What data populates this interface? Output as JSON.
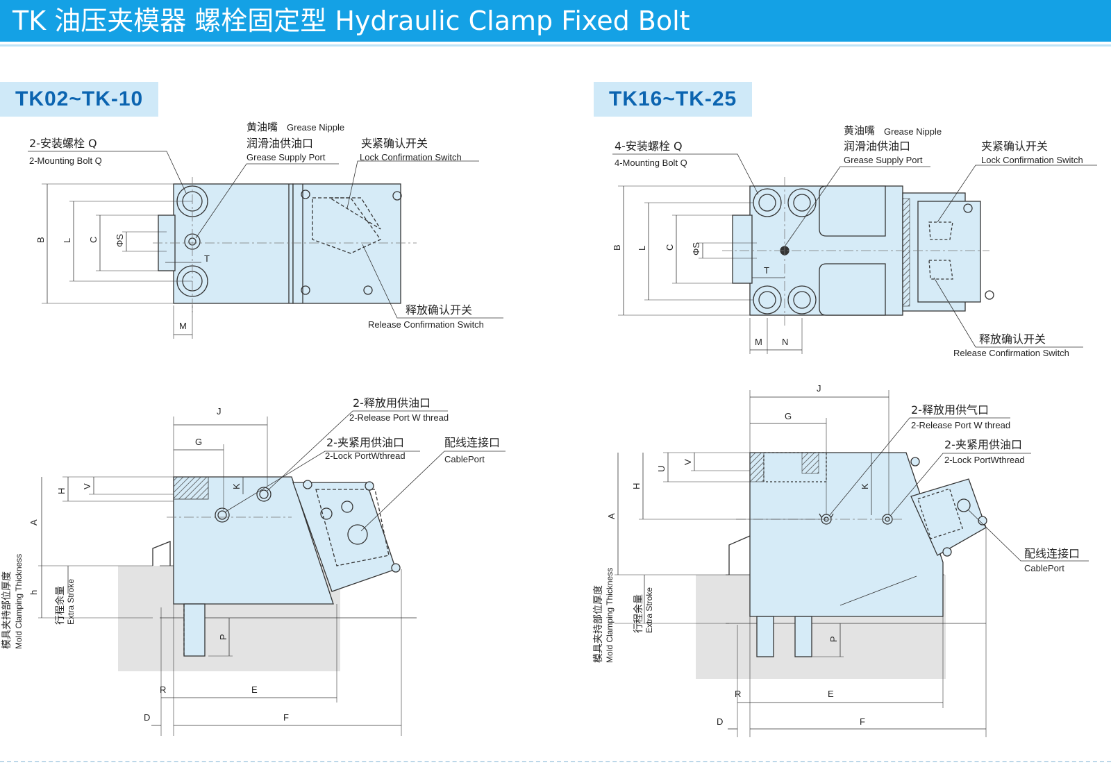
{
  "header": {
    "title": "TK 油压夹模器 螺栓固定型   Hydraulic Clamp Fixed Bolt"
  },
  "colors": {
    "title_bar": "#14a1e5",
    "part_fill": "#d6ebf7",
    "tag_fill": "#cfe9f8",
    "tag_text": "#0b64b0",
    "base_fill": "#e3e3e3"
  },
  "left": {
    "model": "TK02~TK-10",
    "callouts": {
      "bolt_cn": "2-安装螺栓 Q",
      "bolt_en": "2-Mounting Bolt Q",
      "nipple_cn": "黄油嘴",
      "nipple_en": "Grease Nipple",
      "supply_cn": "润滑油供油口",
      "supply_en": "Grease Supply Port",
      "lock_cn": "夹紧确认开关",
      "lock_en": "Lock Confirmation Switch",
      "release_cn": "释放确认开关",
      "release_en": "Release Confirmation Switch",
      "release_port_cn": "2-释放用供油口",
      "release_port_en": "2-Release Port W thread",
      "lock_port_cn": "2-夹紧用供油口",
      "lock_port_en": "2-Lock PortWthread",
      "cable_cn": "配线连接口",
      "cable_en": "CablePort",
      "mold_cn": "模具夹持部位厚度",
      "mold_en": "Mold Clamping Thickness",
      "stroke_cn": "行程余量",
      "stroke_en": "Extra Stroke"
    },
    "dims": {
      "B": "B",
      "L": "L",
      "C": "C",
      "S": "ΦS",
      "T": "T",
      "M": "M",
      "J": "J",
      "G": "G",
      "H": "H",
      "V": "V",
      "K": "K",
      "A": "A",
      "h": "h",
      "P": "P",
      "R": "R",
      "E": "E",
      "D": "D",
      "F": "F"
    }
  },
  "right": {
    "model": "TK16~TK-25",
    "callouts": {
      "bolt_cn": "4-安装螺栓 Q",
      "bolt_en": "4-Mounting Bolt Q",
      "nipple_cn": "黄油嘴",
      "nipple_en": "Grease Nipple",
      "supply_cn": "润滑油供油口",
      "supply_en": "Grease Supply Port",
      "lock_cn": "夹紧确认开关",
      "lock_en": "Lock Confirmation Switch",
      "release_cn": "释放确认开关",
      "release_en": "Release Confirmation Switch",
      "release_port_cn": "2-释放用供气口",
      "release_port_en": "2-Release Port W thread",
      "lock_port_cn": "2-夹紧用供油口",
      "lock_port_en": "2-Lock PortWthread",
      "cable_cn": "配线连接口",
      "cable_en": "CablePort",
      "mold_cn": "模具夹持部位厚度",
      "mold_en": "Mold Clamping Thickness",
      "stroke_cn": "行程余量",
      "stroke_en": "Extra Stroke"
    },
    "dims": {
      "B": "B",
      "L": "L",
      "C": "C",
      "S": "ΦS",
      "T": "T",
      "M": "M",
      "N": "N",
      "J": "J",
      "G": "G",
      "U": "U",
      "V": "V",
      "H": "H",
      "K": "K",
      "A": "A",
      "P": "P",
      "R": "R",
      "E": "E",
      "D": "D",
      "F": "F"
    }
  }
}
